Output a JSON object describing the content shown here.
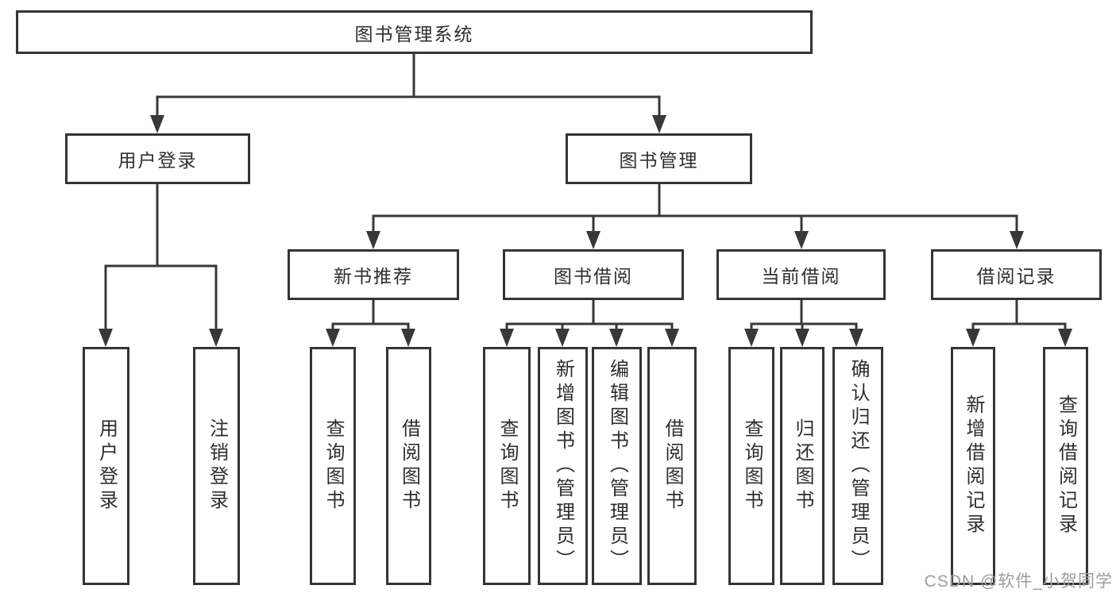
{
  "tree": {
    "label": "图书管理系统",
    "children": [
      {
        "label": "用户登录",
        "children": [
          {
            "label": "用户登录"
          },
          {
            "label": "注销登录"
          }
        ]
      },
      {
        "label": "图书管理",
        "children": [
          {
            "label": "新书推荐",
            "children": [
              {
                "label": "查询图书"
              },
              {
                "label": "借阅图书"
              }
            ]
          },
          {
            "label": "图书借阅",
            "children": [
              {
                "label": "查询图书"
              },
              {
                "label": "新增图书（管理员）"
              },
              {
                "label": "编辑图书（管理员）"
              },
              {
                "label": "借阅图书"
              }
            ]
          },
          {
            "label": "当前借阅",
            "children": [
              {
                "label": "查询图书"
              },
              {
                "label": "归还图书"
              },
              {
                "label": "确认归还（管理员）"
              }
            ]
          },
          {
            "label": "借阅记录",
            "children": [
              {
                "label": "新增借阅记录"
              },
              {
                "label": "查询借阅记录"
              }
            ]
          }
        ]
      }
    ]
  },
  "watermark": {
    "text": "CSDN @软件_小贺同学"
  },
  "colors": {
    "line": "#383838",
    "box_border": "#343434",
    "text": "#2e2e2e",
    "watermark": "#9d9d9d"
  }
}
